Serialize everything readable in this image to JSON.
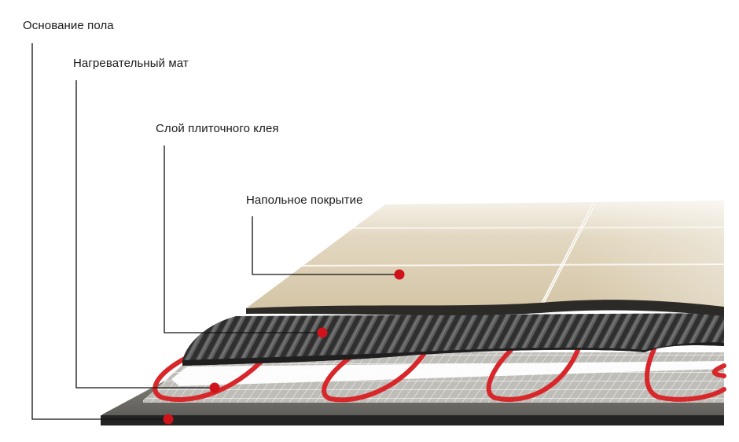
{
  "labels": {
    "base": "Основание пола",
    "mat": "Нагревательный мат",
    "glue": "Слой плиточного клея",
    "floor": "Напольное покрытие"
  },
  "colors": {
    "marker": "#d0121b",
    "cable": "#d8262a",
    "tile": "#d9ccb0",
    "glue": "#3a3a3a",
    "mesh": "#9b9b9b",
    "base": "#6c6a66"
  }
}
